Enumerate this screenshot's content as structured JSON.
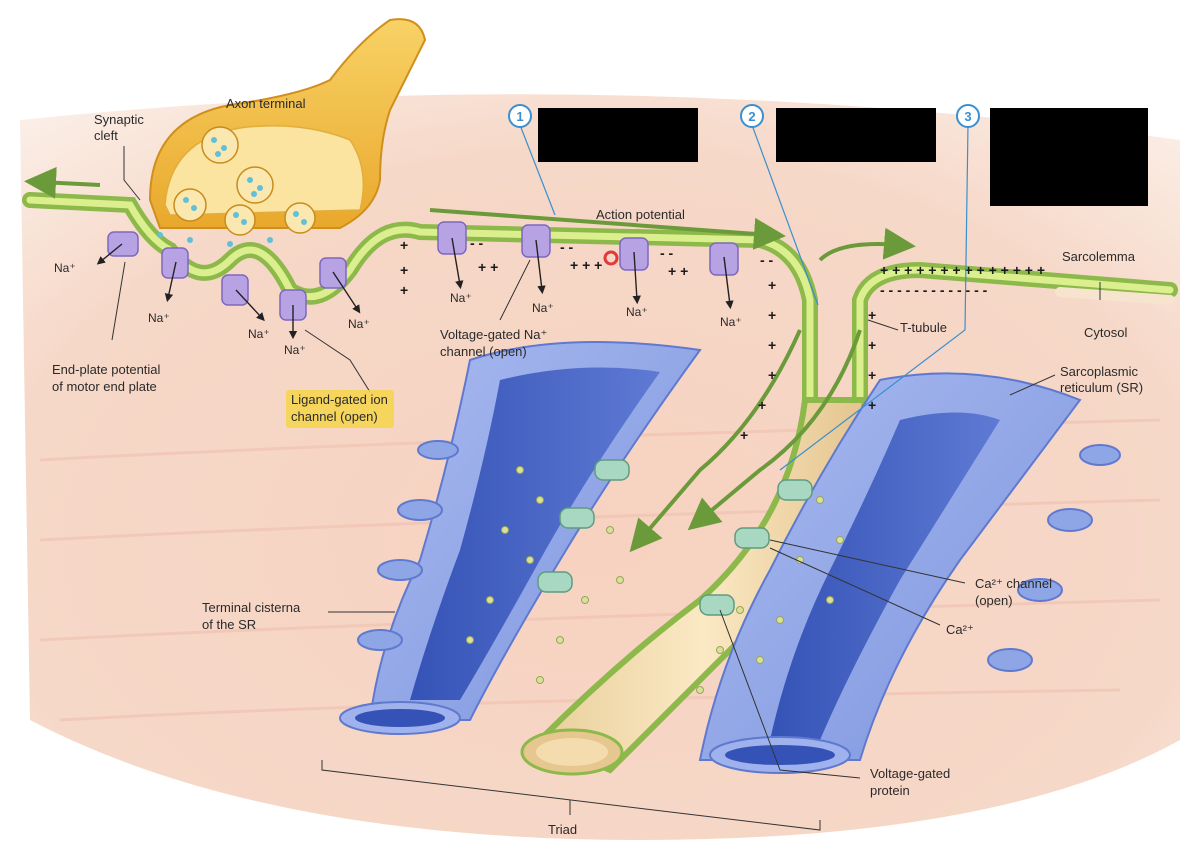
{
  "labels": {
    "axon_terminal": "Axon terminal",
    "synaptic_cleft_1": "Synaptic",
    "synaptic_cleft_2": "cleft",
    "action_potential": "Action potential",
    "sarcolemma": "Sarcolemma",
    "cytosol": "Cytosol",
    "t_tubule": "T-tubule",
    "sr_1": "Sarcoplasmic",
    "sr_2": "reticulum (SR)",
    "epp_1": "End-plate potential",
    "epp_2": "of motor end plate",
    "lgic_1": "Ligand-gated ion",
    "lgic_2": "channel (open)",
    "vgna_1": "Voltage-gated Na⁺",
    "vgna_2": "channel (open)",
    "terminal_cisterna_1": "Terminal cisterna",
    "terminal_cisterna_2": "of the SR",
    "ca_channel_1": "Ca²⁺ channel",
    "ca_channel_2": "(open)",
    "ca_ion": "Ca²⁺",
    "vg_protein_1": "Voltage-gated",
    "vg_protein_2": "protein",
    "triad": "Triad",
    "na": "Na⁺"
  },
  "steps": [
    "1",
    "2",
    "3"
  ],
  "colors": {
    "membrane": "#8db84a",
    "membrane_light": "#d9ec8a",
    "sr_blue": "#8fa6e6",
    "sr_dark": "#3c5cc0",
    "axon": "#f2c04a",
    "channel": "#a993d6",
    "ca_channel": "#a9d8c2",
    "step_circle": "#3a8fd0",
    "redaction": "#000000",
    "highlight": "#f6d54a"
  }
}
